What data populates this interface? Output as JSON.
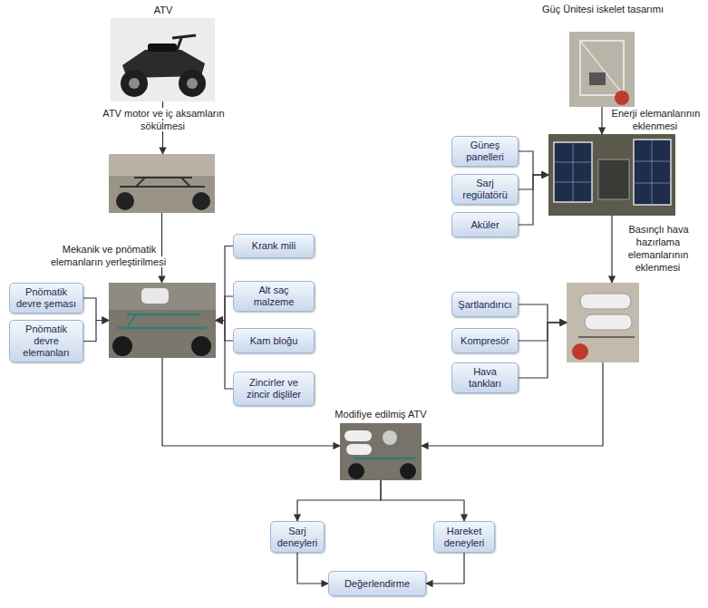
{
  "diagram": {
    "nodes": [
      {
        "text": [
          "ATV"
        ]
      },
      {
        "text": [
          "ATV motor ve iç aksamların sökülmesi"
        ]
      },
      {
        "text": [
          "Mekanik ve pnömatik elemanların yerleştirilmesi"
        ]
      },
      {
        "text": [
          "Pnömatik devre şeması"
        ]
      },
      {
        "text": [
          "Pnömatik devre elemanları"
        ]
      },
      {
        "text": [
          "Krank mili"
        ]
      },
      {
        "text": [
          "Alt saç malzeme"
        ]
      },
      {
        "text": [
          "Kam bloğu"
        ]
      },
      {
        "text": [
          "Zincirler ve zincir dişliler"
        ]
      },
      {
        "text": [
          "Güç Ünitesi iskelet tasarımı"
        ]
      },
      {
        "text": [
          "Enerji elemanlarının eklenmesi"
        ]
      },
      {
        "text": [
          "Güneş panelleri"
        ]
      },
      {
        "text": [
          "Sarj regülatörü"
        ]
      },
      {
        "text": [
          "Aküler"
        ]
      },
      {
        "text": [
          "Basınçlı hava hazırlama elemanlarının eklenmesi"
        ]
      },
      {
        "text": [
          "Şartlandırıcı"
        ]
      },
      {
        "text": [
          "Kompresör"
        ]
      },
      {
        "text": [
          "Hava tankları"
        ]
      },
      {
        "text": [
          "Modifiye edilmiş ATV"
        ]
      },
      {
        "text": [
          "Sarj deneyleri"
        ]
      },
      {
        "text": [
          "Hareket deneyleri"
        ]
      },
      {
        "text": [
          "Değerlendirme"
        ]
      }
    ],
    "edges": [
      {
        "from": 0,
        "to": 1,
        "arrow": "to"
      },
      {
        "from": 1,
        "to": 2,
        "arrow": "to"
      },
      {
        "from": 3,
        "to": 2,
        "arrow": "to"
      },
      {
        "from": 4,
        "to": 2,
        "arrow": "to"
      },
      {
        "from": 5,
        "to": 2,
        "arrow": "to"
      },
      {
        "from": 6,
        "to": 2,
        "arrow": "to"
      },
      {
        "from": 7,
        "to": 2,
        "arrow": "to"
      },
      {
        "from": 8,
        "to": 2,
        "arrow": "to"
      },
      {
        "from": 9,
        "to": 10,
        "arrow": "to"
      },
      {
        "from": 11,
        "to": 10,
        "arrow": "to"
      },
      {
        "from": 12,
        "to": 10,
        "arrow": "to"
      },
      {
        "from": 13,
        "to": 10,
        "arrow": "to"
      },
      {
        "from": 10,
        "to": 14,
        "arrow": "to"
      },
      {
        "from": 15,
        "to": 14,
        "arrow": "to"
      },
      {
        "from": 16,
        "to": 14,
        "arrow": "to"
      },
      {
        "from": 17,
        "to": 14,
        "arrow": "to"
      },
      {
        "from": 2,
        "to": 18,
        "arrow": "to"
      },
      {
        "from": 14,
        "to": 18,
        "arrow": "to"
      },
      {
        "from": 18,
        "to": 19,
        "arrow": "to"
      },
      {
        "from": 18,
        "to": 20,
        "arrow": "to"
      },
      {
        "from": 19,
        "to": 21,
        "arrow": "to"
      },
      {
        "from": 20,
        "to": 21,
        "arrow": "to"
      }
    ]
  }
}
